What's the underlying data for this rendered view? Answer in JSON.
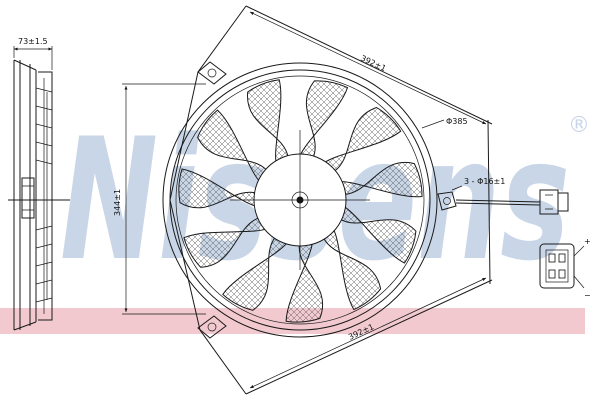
{
  "watermark": {
    "brand": "Nissens",
    "registered": "®",
    "color": "#c9d6e8",
    "band_color": "#f2c9cf"
  },
  "dimensions": {
    "depth": "73±1.5",
    "width_top": "392±1",
    "width_bottom": "392±1",
    "diameter": "Φ385",
    "height": "344±1",
    "holes": "3 - Φ16±1"
  },
  "connector": {
    "plus": "+",
    "minus": "−"
  },
  "icons": {
    "fan": "fan-icon",
    "connector": "plug-icon",
    "hatch": "hatch-pattern"
  }
}
